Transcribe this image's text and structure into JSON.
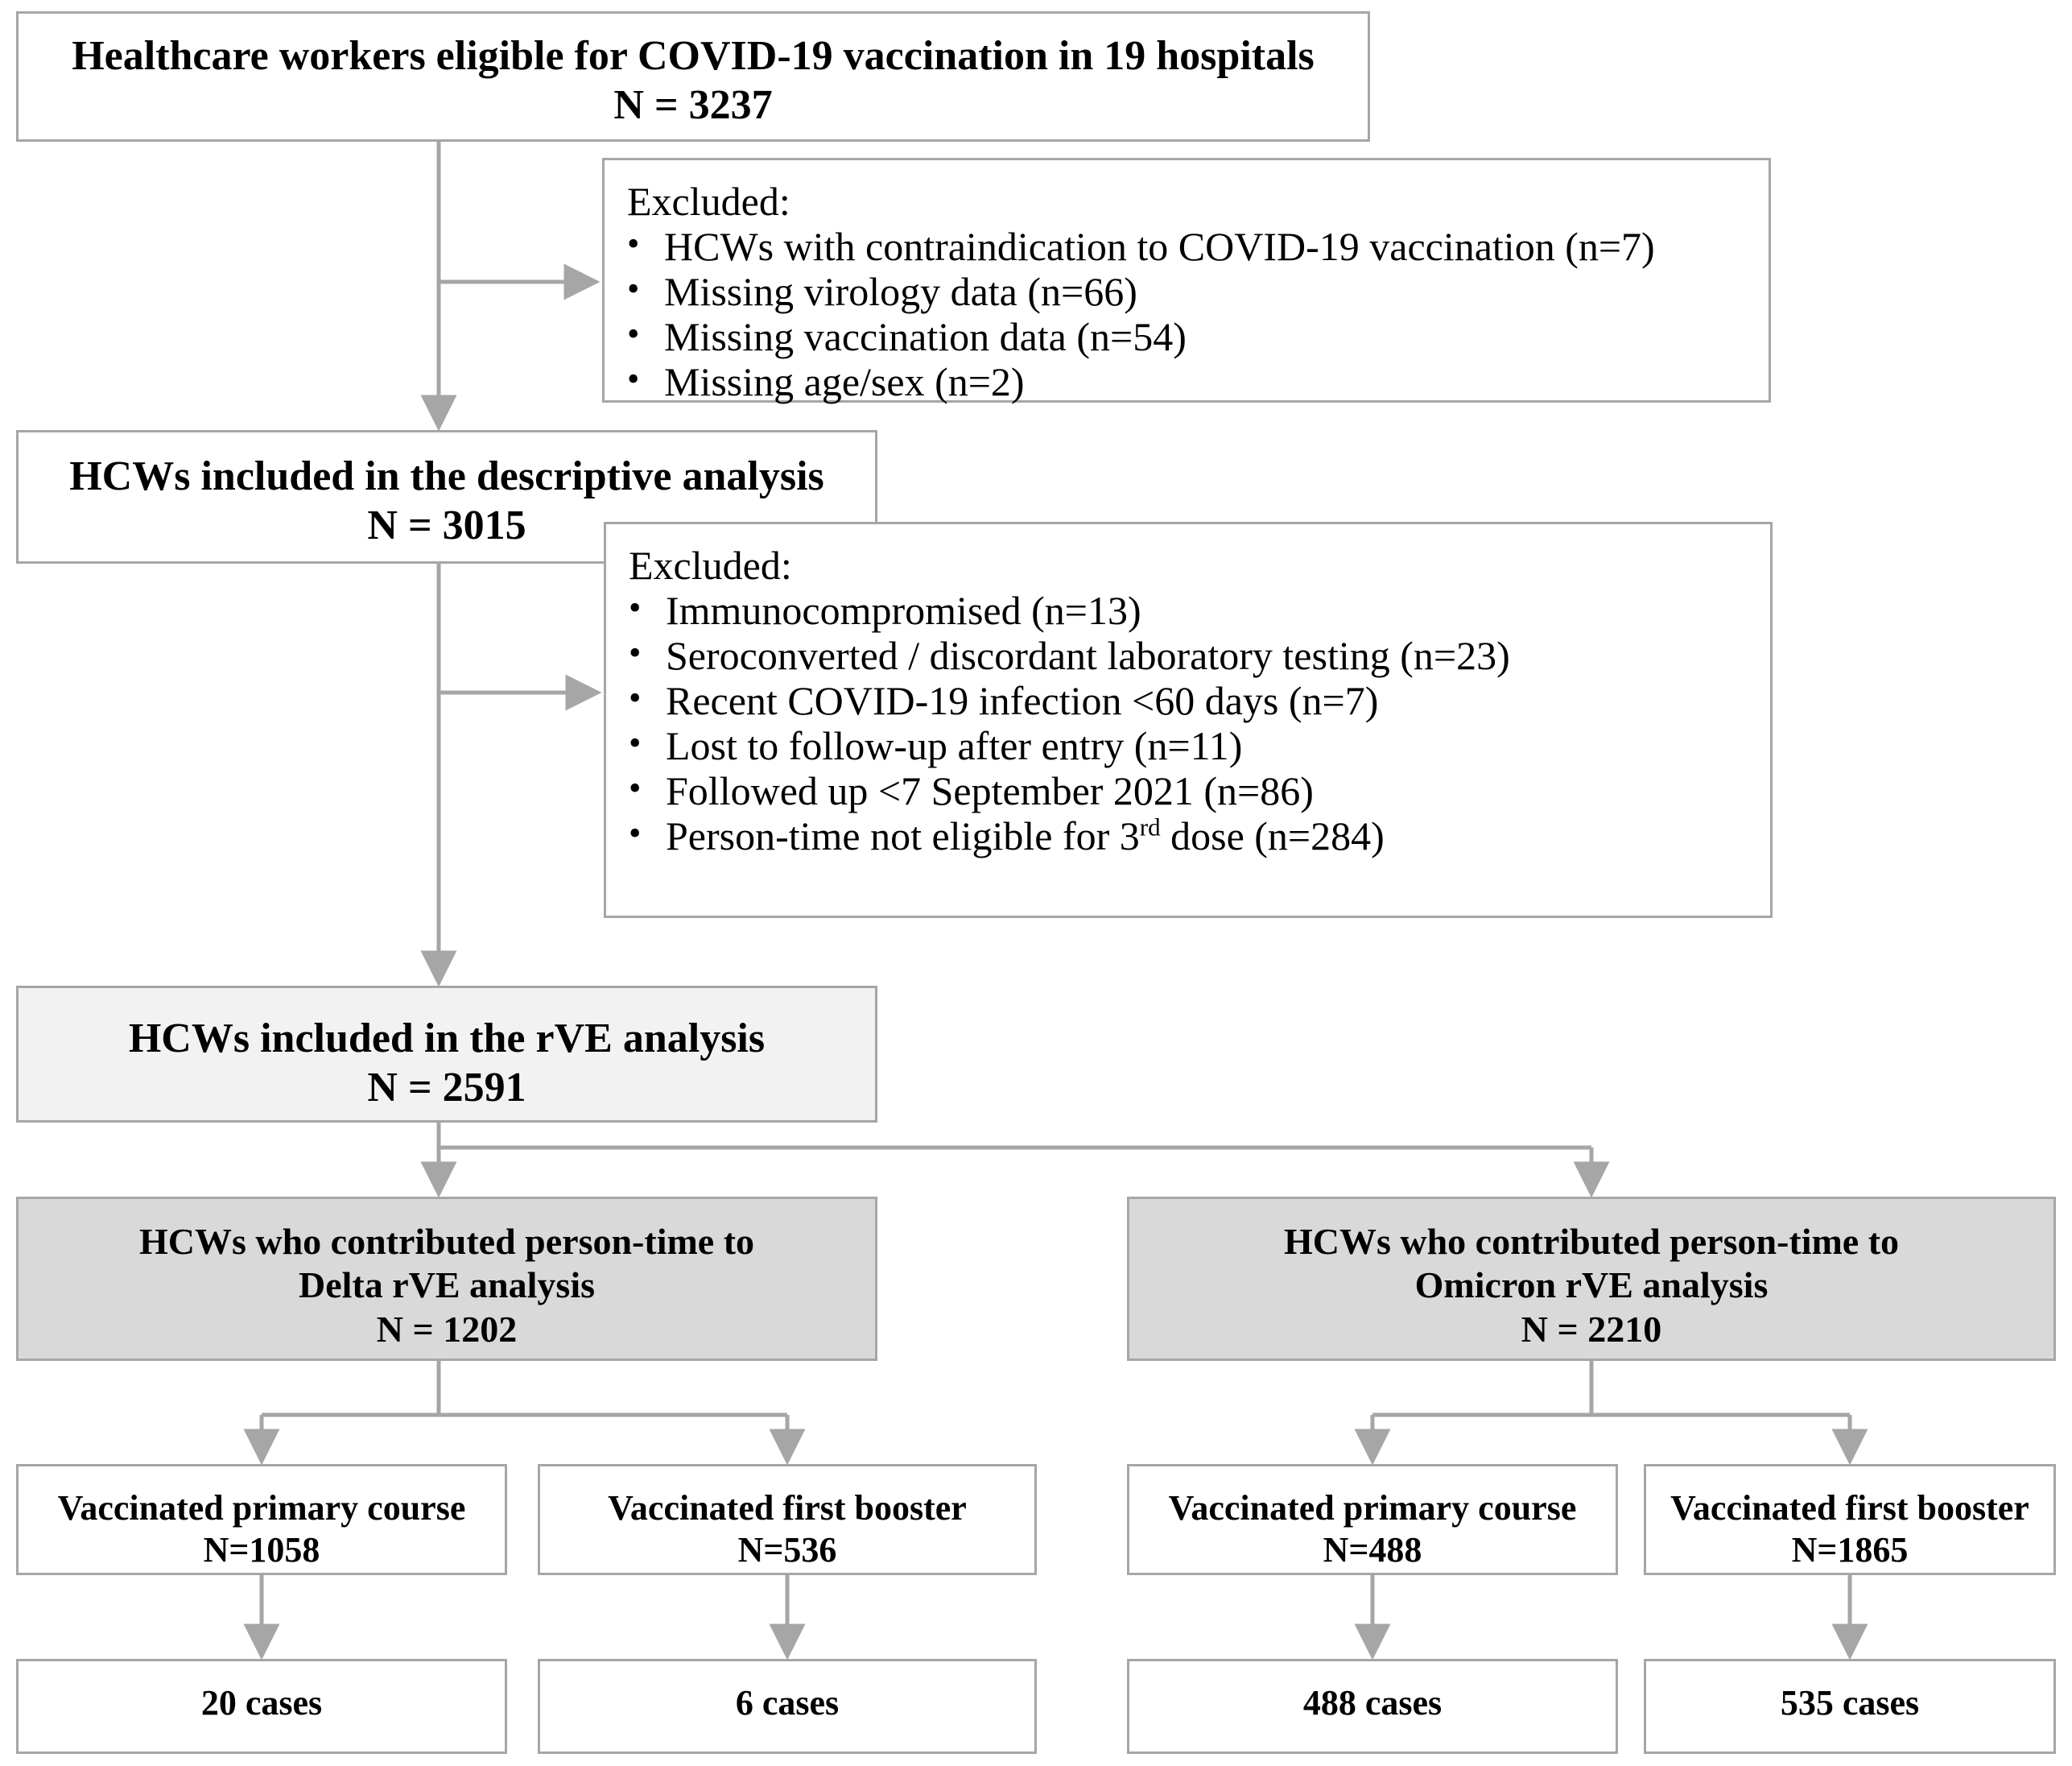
{
  "diagram": {
    "type": "flowchart",
    "title": "Study participant flow diagram",
    "colors": {
      "border": "#a6a6a6",
      "connector": "#a6a6a6",
      "fill_white": "#ffffff",
      "fill_light_gray": "#f2f2f2",
      "fill_dark_gray": "#d9d9d9",
      "text": "#000000"
    }
  },
  "nodes": {
    "eligible": {
      "line1": "Healthcare workers eligible  for COVID-19 vaccination  in 19 hospitals",
      "line2": "N = 3237"
    },
    "excluded_1": {
      "heading": "Excluded:",
      "bullet": "•",
      "items": [
        "HCWs with contraindication to COVID-19 vaccination (n=7)",
        "Missing virology data (n=66)",
        "Missing vaccination data (n=54)",
        "Missing age/sex (n=2)"
      ]
    },
    "descriptive": {
      "line1": "HCWs included  in the descriptive  analysis",
      "line2": "N = 3015"
    },
    "excluded_2": {
      "heading": "Excluded:",
      "bullet": "•",
      "items": [
        "Immunocompromised (n=13)",
        "Seroconverted / discordant laboratory testing (n=23)",
        "Recent COVID-19 infection <60 days (n=7)",
        "Lost to follow-up after entry (n=11)",
        "Followed up <7 September 2021 (n=86)"
      ],
      "item_last_pre": "Person-time not eligible for 3",
      "item_last_sup": "rd",
      "item_last_post": " dose (n=284)"
    },
    "rve": {
      "line1": "HCWs included  in the rVE analysis",
      "line2": "N = 2591"
    },
    "delta": {
      "line1": "HCWs who contributed  person-time to",
      "line2": "Delta rVE analysis",
      "line3": "N = 1202"
    },
    "omicron": {
      "line1": "HCWs who contributed  person-time to",
      "line2": "Omicron rVE analysis",
      "line3": "N = 2210"
    },
    "delta_primary": {
      "line1": "Vaccinated primary course",
      "line2": "N=1058"
    },
    "delta_booster": {
      "line1": "Vaccinated first booster",
      "line2": "N=536"
    },
    "omicron_primary": {
      "line1": "Vaccinated primary course",
      "line2": "N=488"
    },
    "omicron_booster": {
      "line1": "Vaccinated first booster",
      "line2": "N=1865"
    },
    "delta_cases_primary": {
      "line1": "20 cases"
    },
    "delta_cases_booster": {
      "line1": "6 cases"
    },
    "omicron_cases_primary": {
      "line1": "488 cases"
    },
    "omicron_cases_booster": {
      "line1": "535 cases"
    }
  }
}
